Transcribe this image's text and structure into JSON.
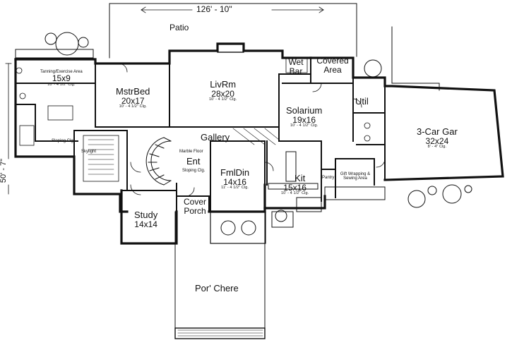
{
  "dimensions": {
    "width": "126' - 10\"",
    "depth": "50' - 7\""
  },
  "rooms": {
    "patio": {
      "name": "Patio"
    },
    "tanning": {
      "name": "Tanning/Exercise Area",
      "size": "15x9",
      "ceiling": "10' - 4 1/2\" Clg."
    },
    "mstrbed": {
      "name": "MstrBed",
      "size": "20x17",
      "ceiling": "10' - 4 1/2\" Clg."
    },
    "livrm": {
      "name": "LivRm",
      "size": "28x20",
      "ceiling": "10' - 4 1/2\" Clg."
    },
    "wetbar": {
      "name": "Wet Bar"
    },
    "covered": {
      "name": "Covered Area"
    },
    "solarium": {
      "name": "Solarium",
      "size": "19x16",
      "ceiling": "10' - 4 1/2\" Clg."
    },
    "util": {
      "name": "Util"
    },
    "garage": {
      "name": "3-Car Gar",
      "size": "32x24",
      "ceiling": "8' - 4\" Clg."
    },
    "gallery": {
      "name": "Gallery"
    },
    "ent": {
      "name": "Ent",
      "floor": "Marble Floor",
      "ceiling": "Sloping Clg."
    },
    "fmldin": {
      "name": "FmlDin",
      "size": "14x16",
      "ceiling": "11' - 4 1/2\" Clg."
    },
    "kit": {
      "name": "Kit",
      "size": "15x16",
      "ceiling": "10' - 4 1/2\" Clg."
    },
    "pantry": {
      "name": "Pantry"
    },
    "gift": {
      "name": "Gift Wrapping & Sewing Area"
    },
    "study": {
      "name": "Study",
      "size": "14x14"
    },
    "coverporch": {
      "name": "Cover Porch"
    },
    "porchere": {
      "name": "Por' Chere"
    }
  },
  "notes": {
    "sloping": "Sloping Clg",
    "skylight": "Skylight",
    "sloping2": "Sloping Clg"
  }
}
